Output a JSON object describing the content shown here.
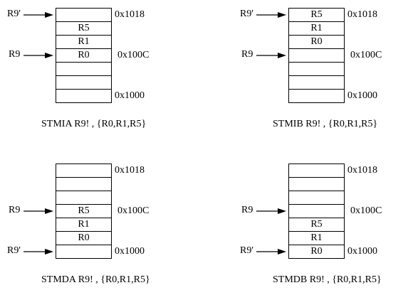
{
  "diagrams": [
    {
      "caption": "STMIA R9! , {R0,R1,R5}",
      "cells": [
        "",
        "R5",
        "R1",
        "R0",
        "",
        "",
        ""
      ],
      "addresses": [
        "0x1018",
        "0x100C",
        "0x1000"
      ],
      "pointers": [
        {
          "label": "R9'",
          "cell": 0
        },
        {
          "label": "R9",
          "cell": 3
        }
      ]
    },
    {
      "caption": "STMIB R9! , {R0,R1,R5}",
      "cells": [
        "R5",
        "R1",
        "R0",
        "",
        "",
        "",
        ""
      ],
      "addresses": [
        "0x1018",
        "0x100C",
        "0x1000"
      ],
      "pointers": [
        {
          "label": "R9'",
          "cell": 0
        },
        {
          "label": "R9",
          "cell": 3
        }
      ]
    },
    {
      "caption": "STMDA R9! , {R0,R1,R5}",
      "cells": [
        "",
        "",
        "",
        "R5",
        "R1",
        "R0",
        ""
      ],
      "addresses": [
        "0x1018",
        "0x100C",
        "0x1000"
      ],
      "pointers": [
        {
          "label": "R9",
          "cell": 3
        },
        {
          "label": "R9'",
          "cell": 6
        }
      ]
    },
    {
      "caption": "STMDB R9! , {R0,R1,R5}",
      "cells": [
        "",
        "",
        "",
        "",
        "R5",
        "R1",
        "R0"
      ],
      "addresses": [
        "0x1018",
        "0x100C",
        "0x1000"
      ],
      "pointers": [
        {
          "label": "R9",
          "cell": 3
        },
        {
          "label": "R9'",
          "cell": 6
        }
      ]
    }
  ]
}
